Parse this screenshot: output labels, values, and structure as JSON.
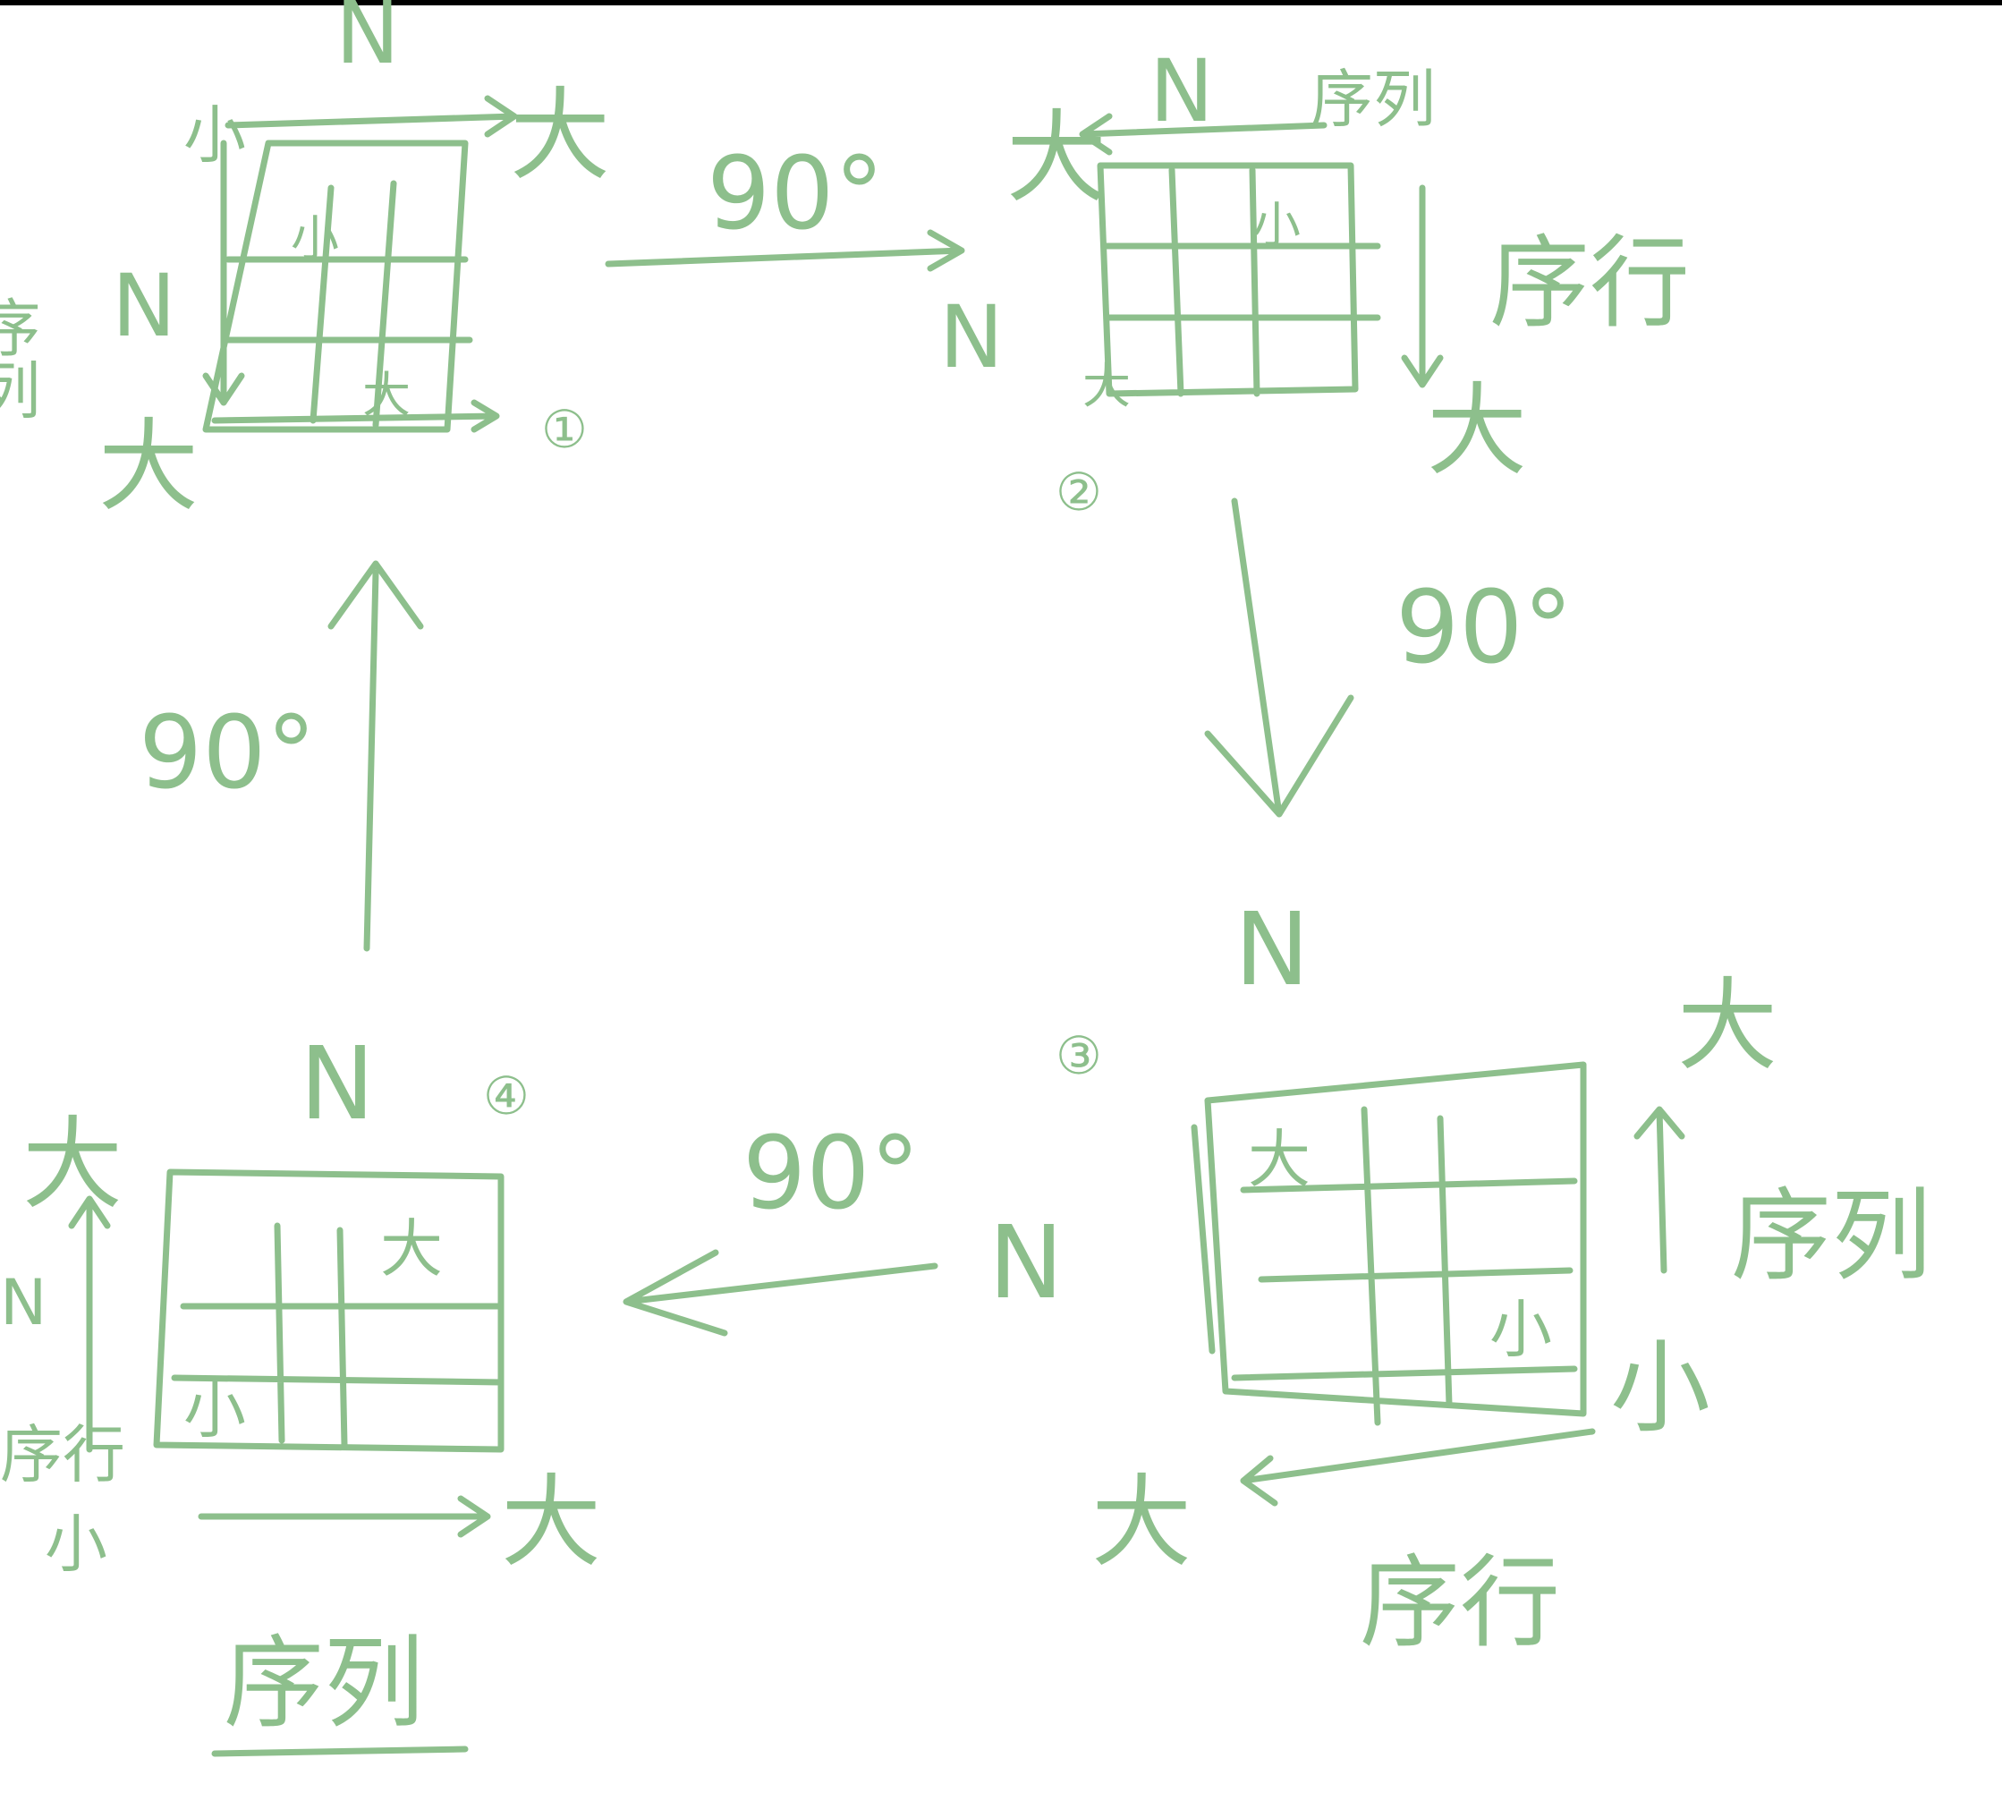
{
  "canvas": {
    "ink_color": "#8dbf8c",
    "background": "#ffffff"
  },
  "labels": {
    "n": "N",
    "big": "大",
    "small": "小",
    "seq_col": "序列",
    "seq_row": "序行",
    "angle": "90°"
  },
  "badges": [
    "①",
    "②",
    "③",
    "④"
  ]
}
